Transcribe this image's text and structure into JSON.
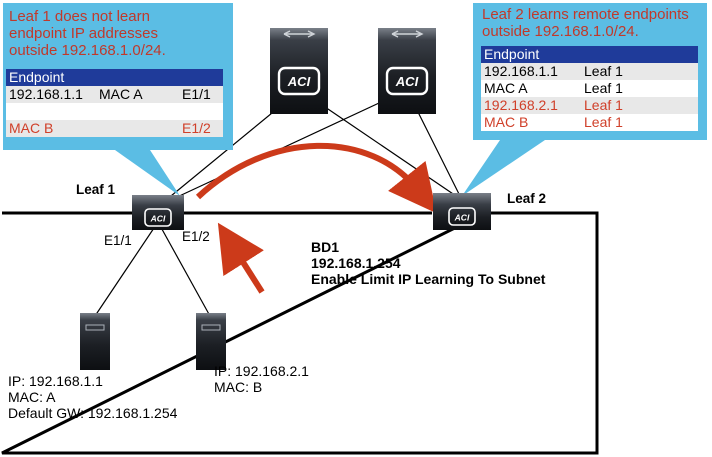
{
  "callout_left": {
    "text_lines": [
      "Leaf 1 does not learn",
      "endpoint IP addresses",
      "outside 192.168.1.0/24."
    ],
    "table": {
      "header": "Endpoint",
      "rows": [
        {
          "cells": [
            "192.168.1.1",
            "MAC A",
            "E1/1"
          ],
          "highlight": false
        },
        {
          "cells": [
            "",
            "",
            ""
          ],
          "highlight": false
        },
        {
          "cells": [
            "MAC B",
            "",
            "E1/2"
          ],
          "highlight": true
        }
      ]
    }
  },
  "callout_right": {
    "text_lines": [
      "Leaf 2 learns remote endpoints",
      "outside 192.168.1.0/24."
    ],
    "table": {
      "header": "Endpoint",
      "rows": [
        {
          "cells": [
            "192.168.1.1",
            "Leaf 1"
          ],
          "highlight": false
        },
        {
          "cells": [
            "MAC A",
            "Leaf 1"
          ],
          "highlight": false
        },
        {
          "cells": [
            "192.168.2.1",
            "Leaf 1"
          ],
          "highlight": true
        },
        {
          "cells": [
            "MAC B",
            "Leaf 1"
          ],
          "highlight": true
        }
      ]
    }
  },
  "nodes": {
    "spine_logo": "ACI",
    "leaf_logo": "ACI",
    "leaf1_label": "Leaf 1",
    "leaf2_label": "Leaf 2",
    "port_e11": "E1/1",
    "port_e12": "E1/2"
  },
  "bd_info": {
    "lines": [
      "BD1",
      "192.168.1.254",
      "Enable Limit IP Learning To Subnet"
    ]
  },
  "host1": {
    "lines": [
      "IP: 192.168.1.1",
      "MAC: A",
      "Default GW: 192.168.1.254"
    ]
  },
  "host2": {
    "lines": [
      "IP: 192.168.2.1",
      "MAC: B"
    ]
  },
  "colors": {
    "callout_bg": "#5bbde4",
    "table_header_bg": "#1f3b9a",
    "row_light": "#e8e8e8",
    "row_white": "#ffffff",
    "highlight_text": "#d0402a",
    "arrow": "#cc3a1a",
    "device_dark": "#1a1d22"
  },
  "icons": [
    "spine-switch-icon",
    "leaf-switch-icon",
    "server-icon",
    "aci-logo-icon"
  ]
}
